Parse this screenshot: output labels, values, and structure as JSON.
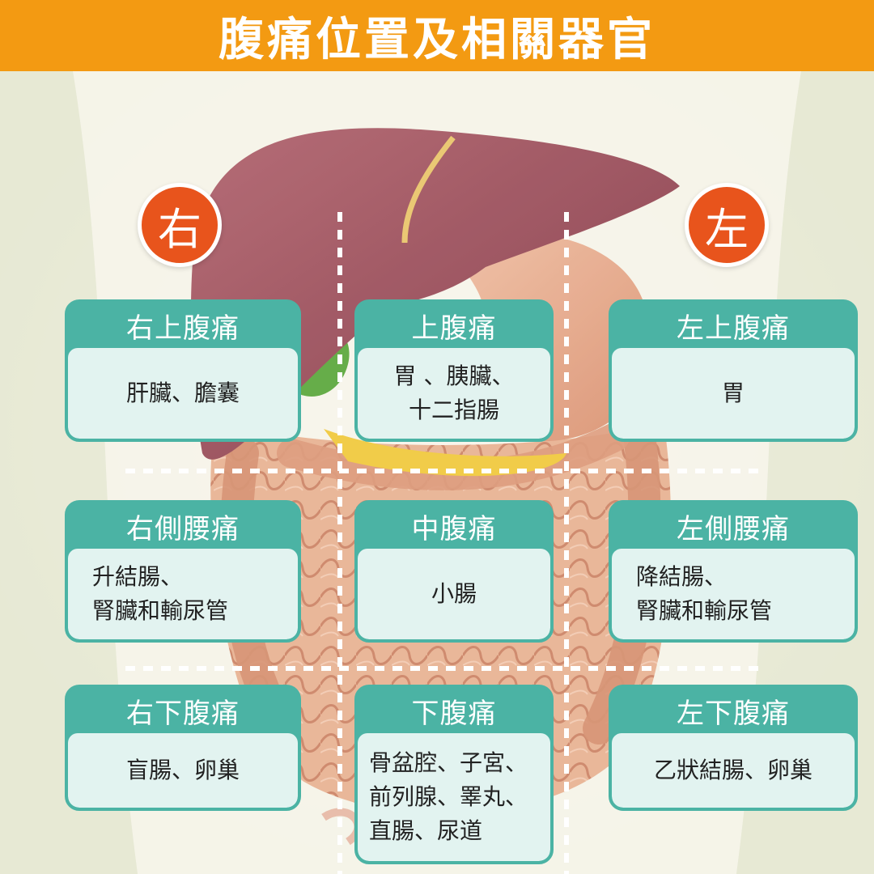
{
  "title": "腹痛位置及相關器官",
  "sides": {
    "right": "右",
    "left": "左"
  },
  "regions": [
    {
      "title": "右上腹痛",
      "organs": "肝臟、膽囊"
    },
    {
      "title": "上腹痛",
      "organs": "胃 、胰臟、\n十二指腸"
    },
    {
      "title": "左上腹痛",
      "organs": "胃"
    },
    {
      "title": "右側腰痛",
      "organs": "升結腸、\n腎臟和輸尿管"
    },
    {
      "title": "中腹痛",
      "organs": "小腸"
    },
    {
      "title": "左側腰痛",
      "organs": "降結腸、\n腎臟和輸尿管"
    },
    {
      "title": "右下腹痛",
      "organs": "盲腸、卵巢"
    },
    {
      "title": "下腹痛",
      "organs": "骨盆腔、子宮、\n前列腺、睪丸、\n直腸、尿道"
    },
    {
      "title": "左下腹痛",
      "organs": "乙狀結腸、卵巢"
    }
  ],
  "colors": {
    "header": "#f39a12",
    "card_teal": "#4bb3a4",
    "badge": "#e8541c",
    "liver": "#9a4a55",
    "stomach": "#e6a88a",
    "intestine": "#e2a17f",
    "gallbladder": "#5aa63a",
    "pancreas": "#f0c83a"
  }
}
